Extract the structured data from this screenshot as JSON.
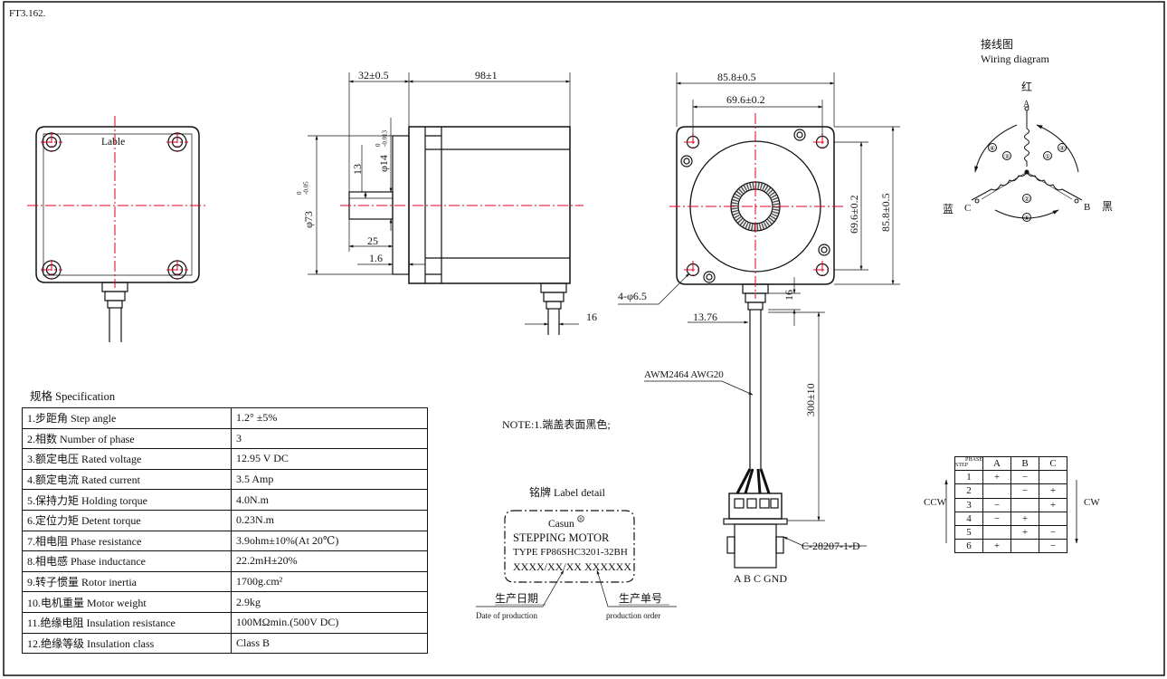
{
  "drawing_no": "FT3.162.",
  "front_view": {
    "label": "Lable"
  },
  "side_view": {
    "dim_flange_to_end": "32±0.5",
    "dim_body_length": "98±1",
    "dim_pilot_dia": "φ73",
    "dim_pilot_tol": "0\n-0.05",
    "dim_shaft_flat": "13",
    "dim_shaft_dia": "φ14",
    "dim_shaft_tol": "0\n-0.013",
    "dim_shaft_len": "25",
    "dim_pilot_depth": "1.6",
    "dim_gland_16": "16"
  },
  "rear_view": {
    "dim_outer_width": "85.8±0.5",
    "dim_hole_spacing": "69.6±0.2",
    "dim_hole_spacing_v": "69.6±0.2",
    "dim_outer_height": "85.8±0.5",
    "dim_holes": "4-φ6.5",
    "dim_gland_16": "16",
    "dim_gland_offset": "13.76",
    "cable_type": "AWM2464 AWG20",
    "dim_cable_len": "300±10",
    "connector_part": "C-28207-1-D",
    "connector_pins": "A B C GND"
  },
  "wiring": {
    "title_cn": "接线图",
    "title_en": "Wiring diagram",
    "red": "红",
    "a": "A",
    "b": "B",
    "c": "C",
    "blue": "蓝",
    "black": "黑",
    "marks": [
      "①",
      "②",
      "③",
      "④",
      "⑤",
      "⑥"
    ]
  },
  "note": "NOTE:1.端盖表面黑色;",
  "label_detail": {
    "title": "铭牌 Label detail",
    "brand": "Casun",
    "reg_mark": "®",
    "line1": "STEPPING MOTOR",
    "line2": "TYPE FP86SHC3201-32BH",
    "line3": "XXXX/XX/XX   XXXXXX",
    "date_cn": "生产日期",
    "date_en": "Date of production",
    "order_cn": "生产单号",
    "order_en": "production order"
  },
  "spec": {
    "title": "规格 Specification",
    "rows": [
      {
        "param": "1.步距角 Step angle",
        "value": "1.2° ±5%"
      },
      {
        "param": "2.相数 Number of phase",
        "value": "3"
      },
      {
        "param": "3.额定电压 Rated voltage",
        "value": "12.95 V DC"
      },
      {
        "param": "4.额定电流 Rated current",
        "value": "3.5 Amp"
      },
      {
        "param": "5.保持力矩 Holding torque",
        "value": "4.0N.m"
      },
      {
        "param": "6.定位力矩 Detent torque",
        "value": "0.23N.m"
      },
      {
        "param": "7.相电阻 Phase resistance",
        "value": "3.9ohm±10%(At 20℃)"
      },
      {
        "param": "8.相电感 Phase inductance",
        "value": "22.2mH±20%"
      },
      {
        "param": "9.转子惯量 Rotor inertia",
        "value": "1700g.cm²"
      },
      {
        "param": "10.电机重量 Motor weight",
        "value": "2.9kg"
      },
      {
        "param": "11.绝缘电阻 Insulation resistance",
        "value": "100MΩmin.(500V DC)"
      },
      {
        "param": "12.绝缘等级 Insulation class",
        "value": "Class B"
      }
    ]
  },
  "step_table": {
    "corner_top": "PHASE",
    "corner_bottom": "STEP",
    "phases": [
      "A",
      "B",
      "C"
    ],
    "steps": [
      {
        "step": "1",
        "a": "+",
        "b": "−",
        "c": ""
      },
      {
        "step": "2",
        "a": "",
        "b": "−",
        "c": "+"
      },
      {
        "step": "3",
        "a": "−",
        "b": "",
        "c": "+"
      },
      {
        "step": "4",
        "a": "−",
        "b": "+",
        "c": ""
      },
      {
        "step": "5",
        "a": "",
        "b": "+",
        "c": "−"
      },
      {
        "step": "6",
        "a": "+",
        "b": "",
        "c": "−"
      }
    ],
    "ccw": "CCW",
    "cw": "CW"
  }
}
